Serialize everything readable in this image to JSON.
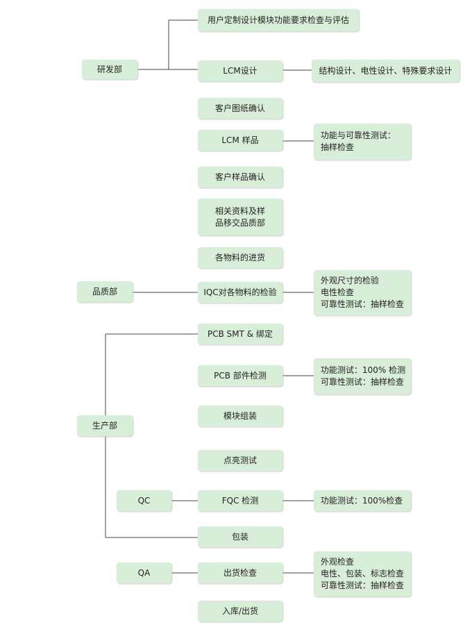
{
  "departments": {
    "rd": "研发部",
    "quality": "品质部",
    "production": "生产部",
    "qc": "QC",
    "qa": "QA"
  },
  "steps": {
    "custom_module_review": "用户定制设计模块功能要求检查与评估",
    "lcm_design": "LCM设计",
    "drawing_confirm": "客户图纸确认",
    "lcm_sample": "LCM 样品",
    "sample_confirm": "客户样品确认",
    "transfer_lines": [
      "相关资料及样",
      "品移交品质部"
    ],
    "material_incoming": "各物料的进货",
    "iqc": "IQC对各物料的检验",
    "pcb_smt": "PCB SMT & 绑定",
    "pcb_parts_check": "PCB 部件检测",
    "module_assembly": "模块组装",
    "light_test": "点亮测试",
    "fqc": "FQC 检测",
    "packaging": "包装",
    "shipping_inspection": "出货检查",
    "warehouse_shipping": "入库/出货"
  },
  "notes": {
    "design_detail": "结构设计、电性设计、特殊要求设计",
    "sample_test": [
      "功能与可靠性测试：",
      "抽样检查"
    ],
    "iqc_checks": [
      "外观尺寸的检验",
      "电性检查",
      "可靠性测试：抽样检查"
    ],
    "pcb_checks": [
      "功能测试：100% 检测",
      "可靠性测试：抽样检查"
    ],
    "fqc_check": "功能测试：100%检查",
    "qa_checks": [
      "外观检查",
      "电性、包装、标志检查",
      "可靠性测试：抽样检查"
    ]
  },
  "colors": {
    "node_fill": "#d9eed9",
    "line": "#444444"
  }
}
